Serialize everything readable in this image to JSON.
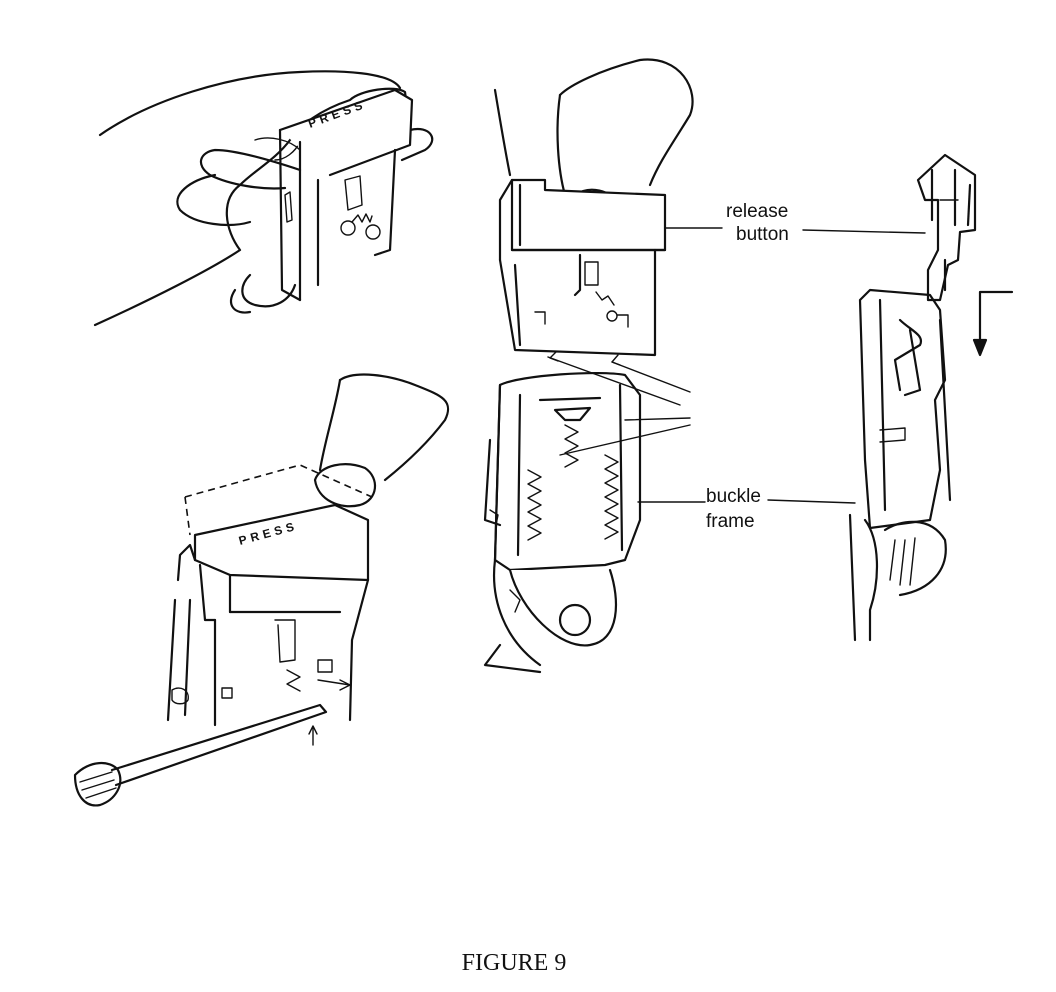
{
  "figure": {
    "caption": "FIGURE 9",
    "button_text": "PRESS",
    "labels": {
      "release_line1": "release",
      "release_line2": "button",
      "buckle_line1": "buckle",
      "buckle_line2": "frame"
    }
  }
}
